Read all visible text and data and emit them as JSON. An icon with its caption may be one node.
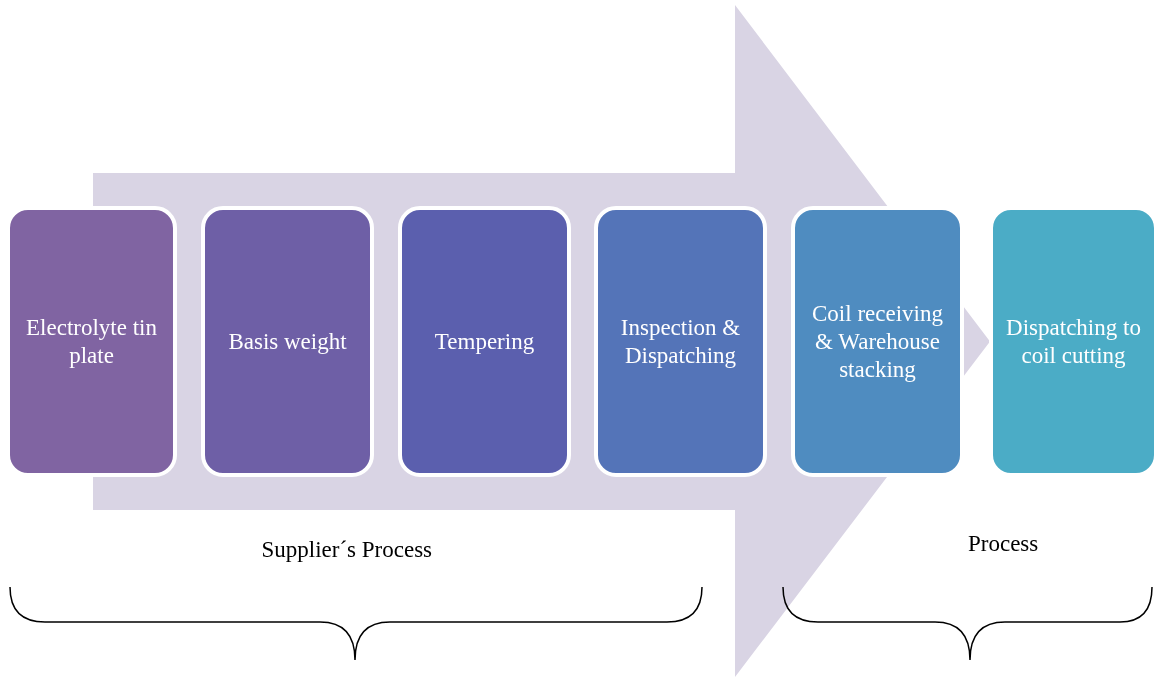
{
  "diagram": {
    "nodes": [
      {
        "text": [
          "Electrolyte tin plate"
        ]
      },
      {
        "text": [
          "Basis weight"
        ]
      },
      {
        "text": [
          "Tempering"
        ]
      },
      {
        "text": [
          "Inspection & Dispatching"
        ]
      },
      {
        "text": [
          "Coil receiving & Warehouse stacking"
        ]
      },
      {
        "text": [
          "Dispatching to coil cutting"
        ]
      }
    ],
    "edges": [
      {
        "from": 0,
        "to": 5,
        "arrow": "to"
      }
    ],
    "labels": [
      "Supplier´s Process",
      "Process"
    ]
  }
}
